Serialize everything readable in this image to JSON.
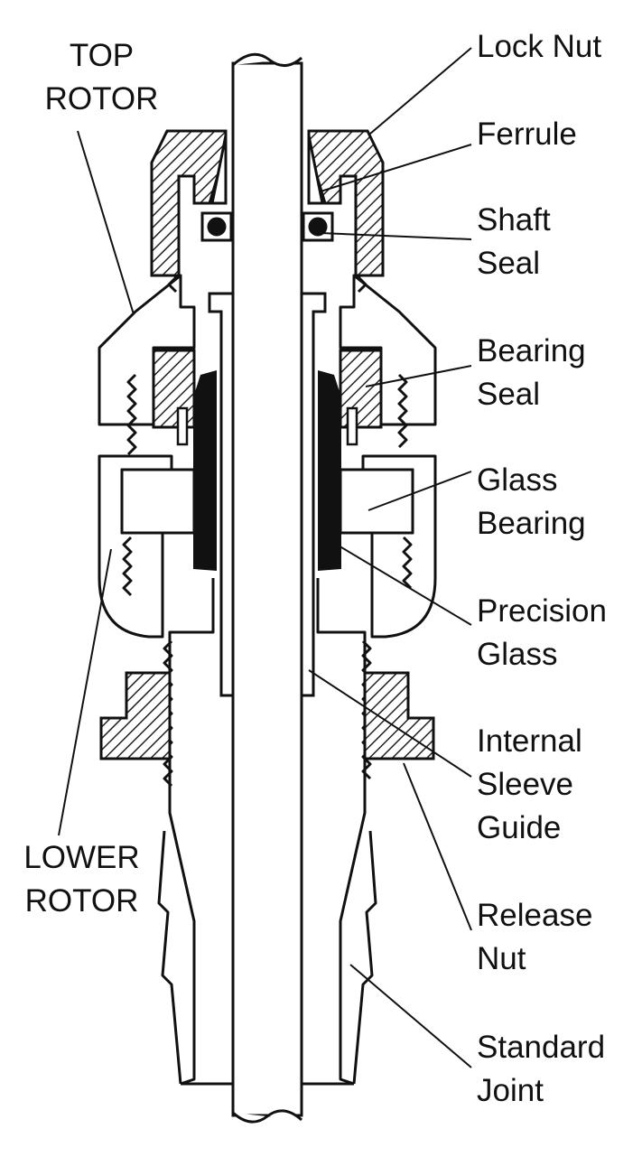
{
  "figure": {
    "left_labels": {
      "top_rotor": [
        "TOP",
        "ROTOR"
      ],
      "lower_rotor": [
        "LOWER",
        "ROTOR"
      ]
    },
    "right_labels": {
      "lock_nut": [
        "Lock Nut"
      ],
      "ferrule": [
        "Ferrule"
      ],
      "shaft_seal": [
        "Shaft",
        "Seal"
      ],
      "bearing_seal": [
        "Bearing",
        "Seal"
      ],
      "glass_bearing": [
        "Glass",
        "Bearing"
      ],
      "precision_glass": [
        "Precision",
        "Glass"
      ],
      "internal_sleeve_guide": [
        "Internal",
        "Sleeve",
        "Guide"
      ],
      "release_nut": [
        "Release",
        "Nut"
      ],
      "standard_joint": [
        "Standard",
        "Joint"
      ]
    },
    "colors": {
      "ink": "#111111",
      "paper": "#ffffff",
      "hatch": "#222222"
    }
  }
}
